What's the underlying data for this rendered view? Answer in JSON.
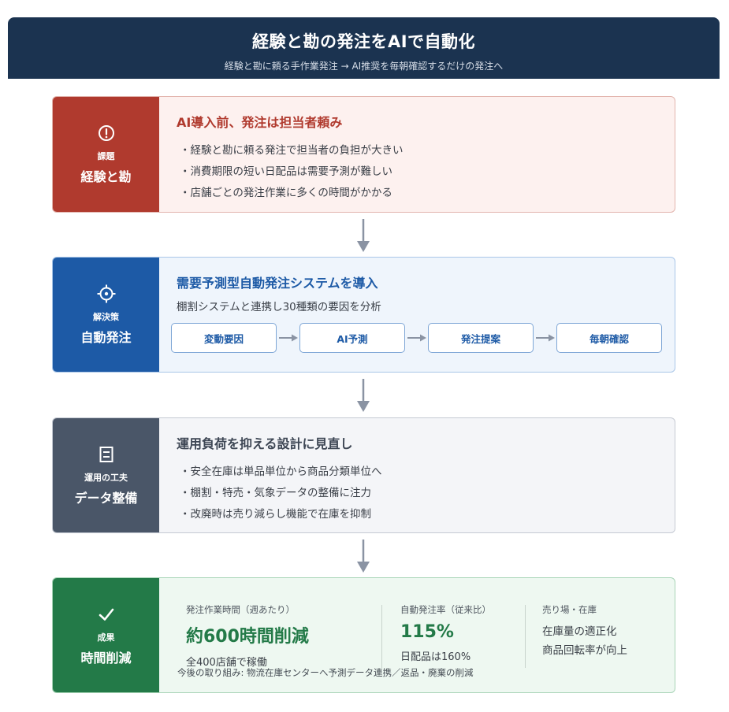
{
  "header": {
    "title": "経験と勘の発注をAIで自動化",
    "subtitle": "経験と勘に頼る手作業発注 → AI推奨を毎朝確認するだけの発注へ"
  },
  "cards": [
    {
      "icon": "alert-circle-icon",
      "tag": "課題",
      "label": "経験と勘",
      "title": "AI導入前、発注は担当者頼み",
      "bullets": [
        "・経験と勘に頼る発注で担当者の負担が大きい",
        "・消費期限の短い日配品は需要予測が難しい",
        "・店舗ごとの発注作業に多くの時間がかかる"
      ],
      "accent": "#b03a2e"
    },
    {
      "icon": "target-icon",
      "tag": "解決策",
      "label": "自動発注",
      "title": "需要予測型自動発注システムを導入",
      "subtitle": "棚割システムと連携し30種類の要因を分析",
      "flow": [
        "変動要因",
        "AI予測",
        "発注提案",
        "毎朝確認"
      ],
      "accent": "#1d5aa6"
    },
    {
      "icon": "document-icon",
      "tag": "運用の工夫",
      "label": "データ整備",
      "title": "運用負荷を抑える設計に見直し",
      "bullets": [
        "・安全在庫は単品単位から商品分類単位へ",
        "・棚割・特売・気象データの整備に注力",
        "・改廃時は売り減らし機能で在庫を抑制"
      ],
      "accent": "#4a5668"
    },
    {
      "icon": "check-icon",
      "tag": "成果",
      "label": "時間削減",
      "metrics": [
        {
          "label": "発注作業時間（週あたり）",
          "value": "約600時間削減",
          "note": "全400店舗で稼働"
        },
        {
          "label": "自動発注率（従来比）",
          "value": "115%",
          "note": "日配品は160%"
        },
        {
          "label": "売り場・在庫",
          "lines": [
            "在庫量の適正化",
            "商品回転率が向上"
          ]
        }
      ],
      "footer": "今後の取り組み: 物流在庫センターへ予測データ連携／返品・廃棄の削減",
      "accent": "#237a48"
    }
  ],
  "colors": {
    "header_bg": "#1b3350",
    "arrow": "#8a93a3"
  }
}
